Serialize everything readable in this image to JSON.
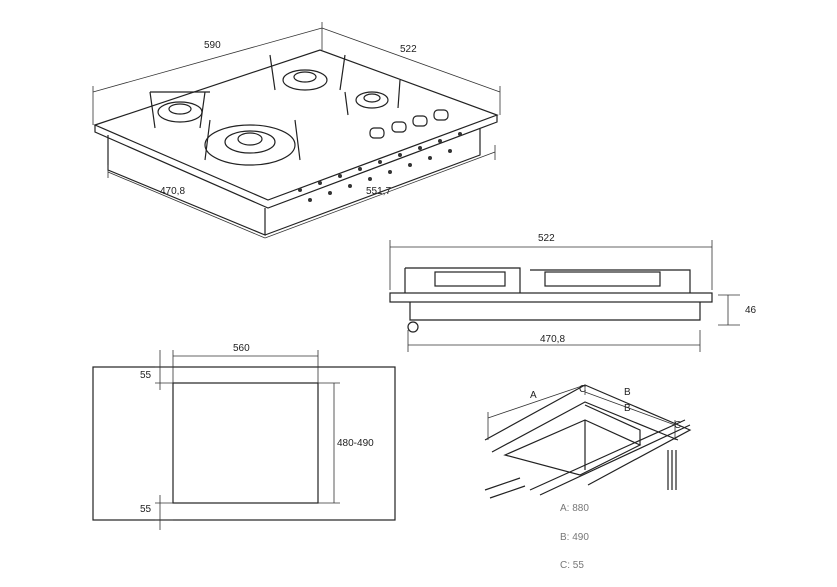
{
  "top_view": {
    "width": "590",
    "depth": "522",
    "front_depth": "470,8",
    "front_width": "551,7"
  },
  "side_view": {
    "width": "522",
    "height": "46",
    "base_width": "470,8"
  },
  "cutout": {
    "width": "560",
    "depth": "480-490",
    "margin_top": "55",
    "margin_bottom": "55"
  },
  "installation": {
    "labels": {
      "a": "A",
      "b1": "B",
      "b2": "B",
      "c1": "C",
      "c2": "C"
    },
    "legend": [
      "A: 880",
      "B: 490",
      "C: 55"
    ]
  }
}
